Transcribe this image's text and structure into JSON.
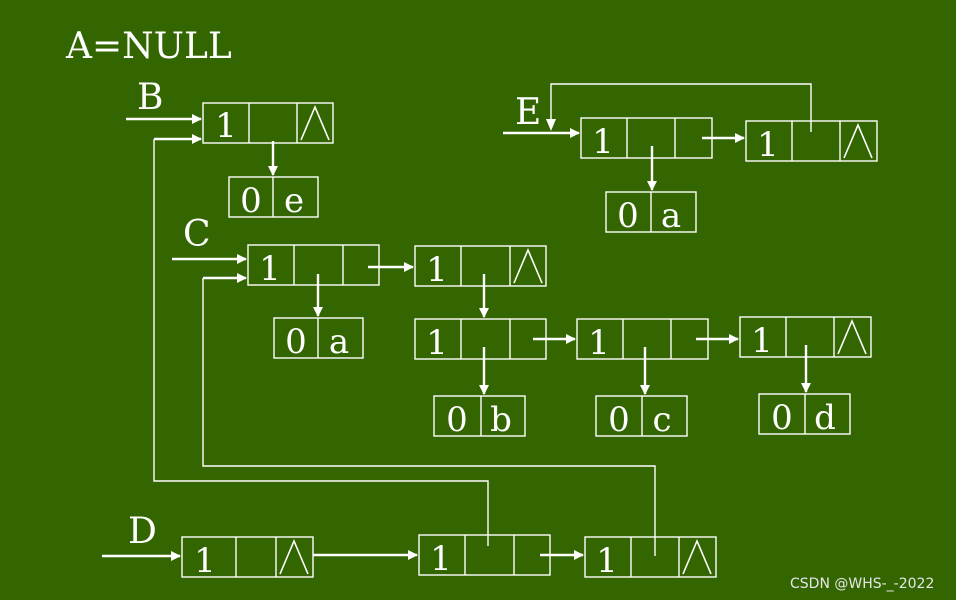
{
  "labels": {
    "a_null": "A=NULL",
    "b": "B",
    "c": "C",
    "d": "D",
    "e": "E"
  },
  "nodes": {
    "b_list": {
      "tag": "1"
    },
    "b_atom": {
      "tag": "0",
      "atom": "e"
    },
    "c_list1": {
      "tag": "1"
    },
    "c_atom_a": {
      "tag": "0",
      "atom": "a"
    },
    "c_list2": {
      "tag": "1"
    },
    "sub_list1": {
      "tag": "1"
    },
    "sub_list2": {
      "tag": "1"
    },
    "sub_list3": {
      "tag": "1"
    },
    "atom_b": {
      "tag": "0",
      "atom": "b"
    },
    "atom_c": {
      "tag": "0",
      "atom": "c"
    },
    "atom_d": {
      "tag": "0",
      "atom": "d"
    },
    "e_list1": {
      "tag": "1"
    },
    "e_atom_a": {
      "tag": "0",
      "atom": "a"
    },
    "e_list2": {
      "tag": "1"
    },
    "d_list1": {
      "tag": "1"
    },
    "d_list2": {
      "tag": "1"
    },
    "d_list3": {
      "tag": "1"
    }
  },
  "watermark": "CSDN @WHS-_-2022",
  "colors": {
    "background": "#336600",
    "foreground": "#ffffff"
  }
}
